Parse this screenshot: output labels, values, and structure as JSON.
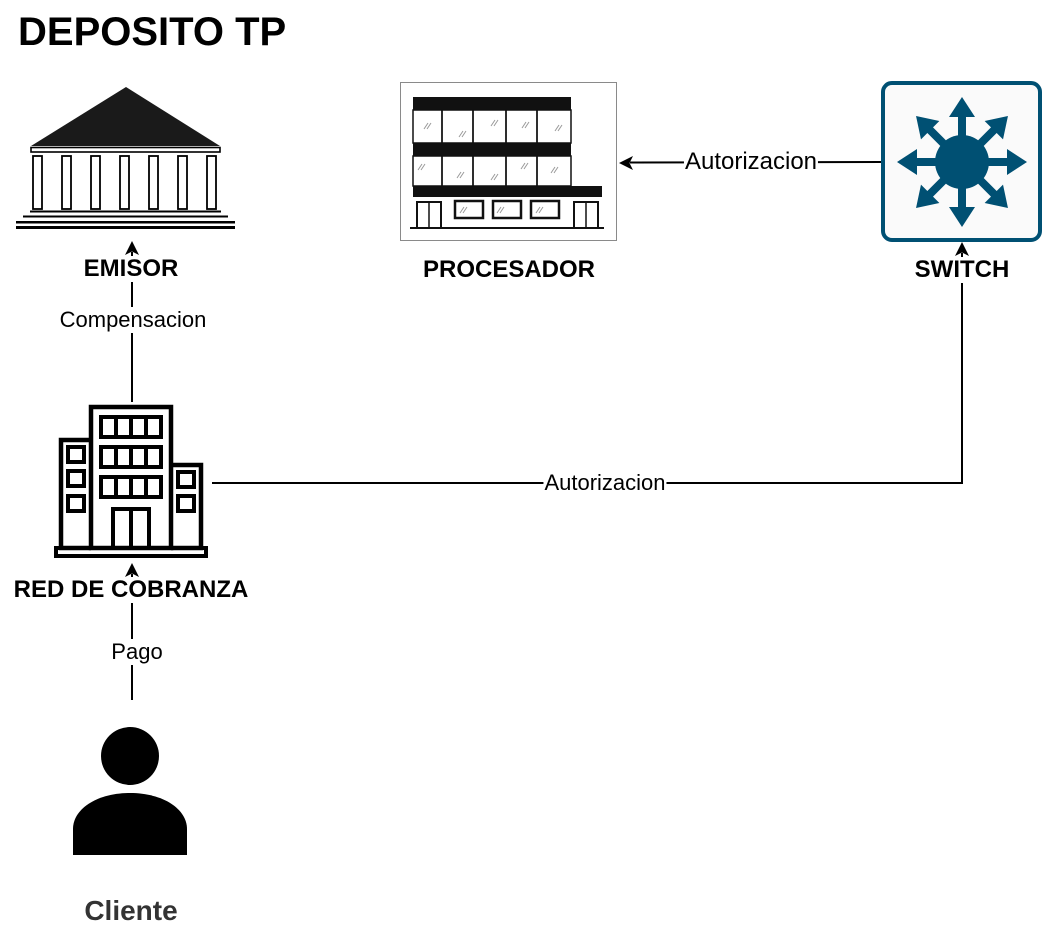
{
  "title": "DEPOSITO TP",
  "colors": {
    "switch": "#005073",
    "edge": "#000000"
  },
  "nodes": {
    "emisor": {
      "label": "EMISOR",
      "icon": "bank-icon"
    },
    "procesador": {
      "label": "PROCESADOR",
      "icon": "office-building-image"
    },
    "switch": {
      "label": "SWITCH",
      "icon": "network-switch-icon"
    },
    "red_de_cobranza": {
      "label": "RED DE COBRANZA",
      "icon": "office-building-icon"
    },
    "cliente": {
      "label": "Cliente",
      "icon": "person-icon"
    }
  },
  "edges": {
    "switch_to_procesador": {
      "label": "Autorizacion"
    },
    "red_de_cobranza_to_switch": {
      "label": "Autorizacion"
    },
    "red_de_cobranza_to_emisor": {
      "label": "Compensacion"
    },
    "cliente_to_red_de_cobranza": {
      "label": "Pago"
    }
  }
}
